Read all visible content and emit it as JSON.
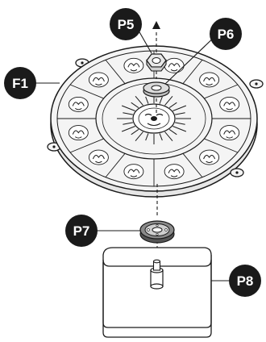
{
  "callouts": {
    "f1": "F1",
    "p5": "P5",
    "p6": "P6",
    "p7": "P7",
    "p8": "P8"
  },
  "colors": {
    "line": "#1a1a1a",
    "badge": "#1a1a1a",
    "disc_fill": "#f4f4f4",
    "rim_fill": "#e6e6e6",
    "box_fill": "#ffffff"
  },
  "icons": {
    "zodiac_signs": [
      "aries",
      "taurus",
      "gemini",
      "cancer",
      "leo",
      "virgo",
      "libra",
      "scorpio",
      "sagittarius",
      "capricorn",
      "aquarius",
      "pisces"
    ],
    "center": "sun-face-icon",
    "direction": "arrow-up-icon"
  }
}
